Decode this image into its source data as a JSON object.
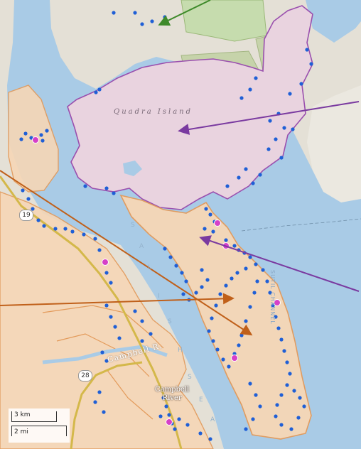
{
  "map": {
    "labels": {
      "island": "Quadra Island",
      "city_line1": "Campbell",
      "city_line2": "River",
      "river": "Campbell R.",
      "channel": "SUTIL CHANNEL",
      "strait": [
        "S",
        "A",
        "L",
        "I",
        "S",
        "H",
        "S",
        "E",
        "A"
      ]
    },
    "highway_shields": {
      "hwy_a": "19",
      "hwy_b": "28"
    },
    "scale": {
      "km_label": "3 km",
      "mi_label": "2 mi"
    },
    "colors": {
      "water": "#a9cbe6",
      "land": "#e4e0d6",
      "park": "#c6dcae",
      "quadra_region": "#e9d3df",
      "quadra_border": "#9a4fae",
      "campbell_region": "#f6d7b6",
      "campbell_border": "#e39a5a",
      "points": "#1f5fd6",
      "point_highlight": "#d640c8",
      "arrow_green": "#3e8a2a",
      "arrow_purple": "#7a3aa0",
      "arrow_orange": "#c0601a"
    }
  }
}
